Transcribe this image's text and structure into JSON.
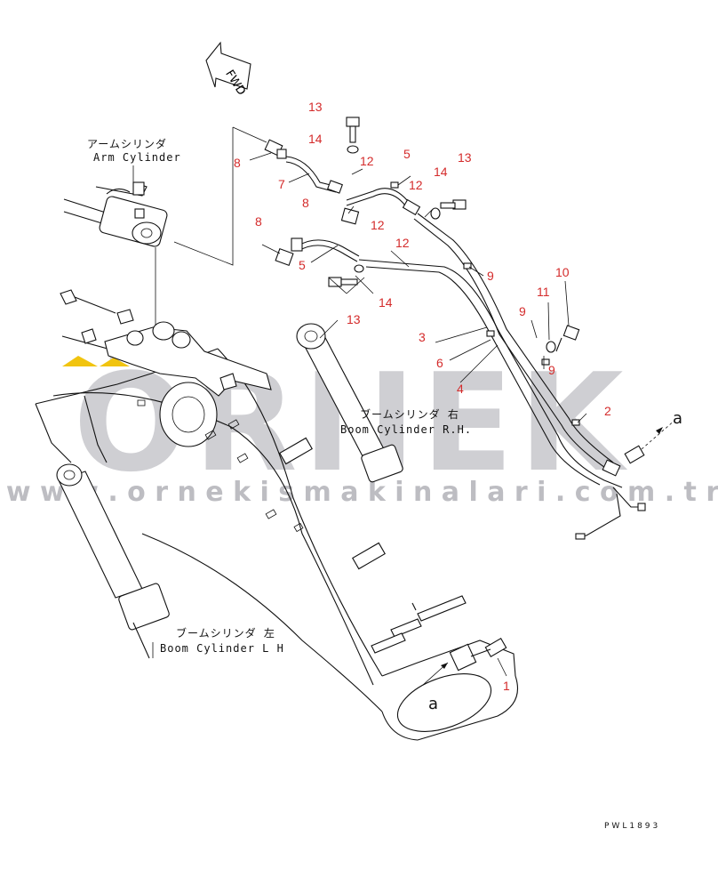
{
  "direction_label": "FWD",
  "labels": {
    "arm_cylinder_jp": "アームシリンダ",
    "arm_cylinder_en": "Arm Cylinder",
    "boom_rh_jp": "ブームシリンダ 右",
    "boom_rh_en": "Boom Cylinder R.H.",
    "boom_lh_jp": "ブームシリンダ 左",
    "boom_lh_en": "Boom Cylinder L H"
  },
  "connector_letter": "a",
  "drawing_code": "PWL1893",
  "watermark": {
    "brand": "ÖRNEK",
    "url": "w w w . o r n e k i s m a k i n a l a r i . c o m . t r",
    "color": "#c8c8cc"
  },
  "callout_color": "#d42b2b",
  "callouts": [
    "13",
    "14",
    "8",
    "12",
    "5",
    "12",
    "14",
    "13",
    "7",
    "8",
    "12",
    "12",
    "8",
    "5",
    "9",
    "13",
    "14",
    "10",
    "11",
    "9",
    "3",
    "9",
    "6",
    "4",
    "2",
    "1"
  ]
}
